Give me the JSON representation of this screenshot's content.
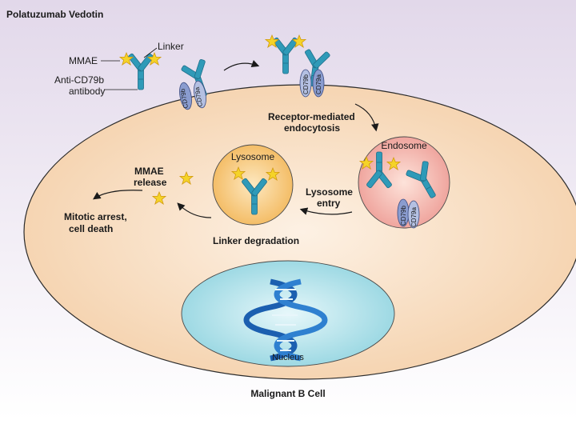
{
  "title": "Polatuzumab Vedotin",
  "legend": {
    "linker": "Linker",
    "mmae": "MMAE",
    "antibody_line1": "Anti-CD79b",
    "antibody_line2": "antibody"
  },
  "receptors": {
    "cd79a": "CD79a",
    "cd79b": "CD79b"
  },
  "steps": {
    "endocytosis_line1": "Receptor-mediated",
    "endocytosis_line2": "endocytosis",
    "lysosome_entry_line1": "Lysosome",
    "lysosome_entry_line2": "entry",
    "linker_degradation": "Linker degradation",
    "release_line1": "MMAE",
    "release_line2": "release",
    "outcome_line1": "Mitotic arrest,",
    "outcome_line2": "cell death"
  },
  "compartments": {
    "endosome": "Endosome",
    "lysosome": "Lysosome",
    "nucleus": "Nucleus",
    "cell": "Malignant B Cell"
  },
  "colors": {
    "background_top": "#e4dcec",
    "cell_fill": "#f8d8b8",
    "cell_stroke": "#2b2b2b",
    "antibody": "#2f9ab8",
    "antibody_dark": "#1f6f8a",
    "mmae": "#f5d328",
    "receptor_a": "#8a9ccf",
    "receptor_b": "#b4c0e2",
    "endosome": "#f2a6a0",
    "lysosome": "#f5c070",
    "nucleus": "#a8dfe8",
    "dna": "#1b5fb0"
  }
}
